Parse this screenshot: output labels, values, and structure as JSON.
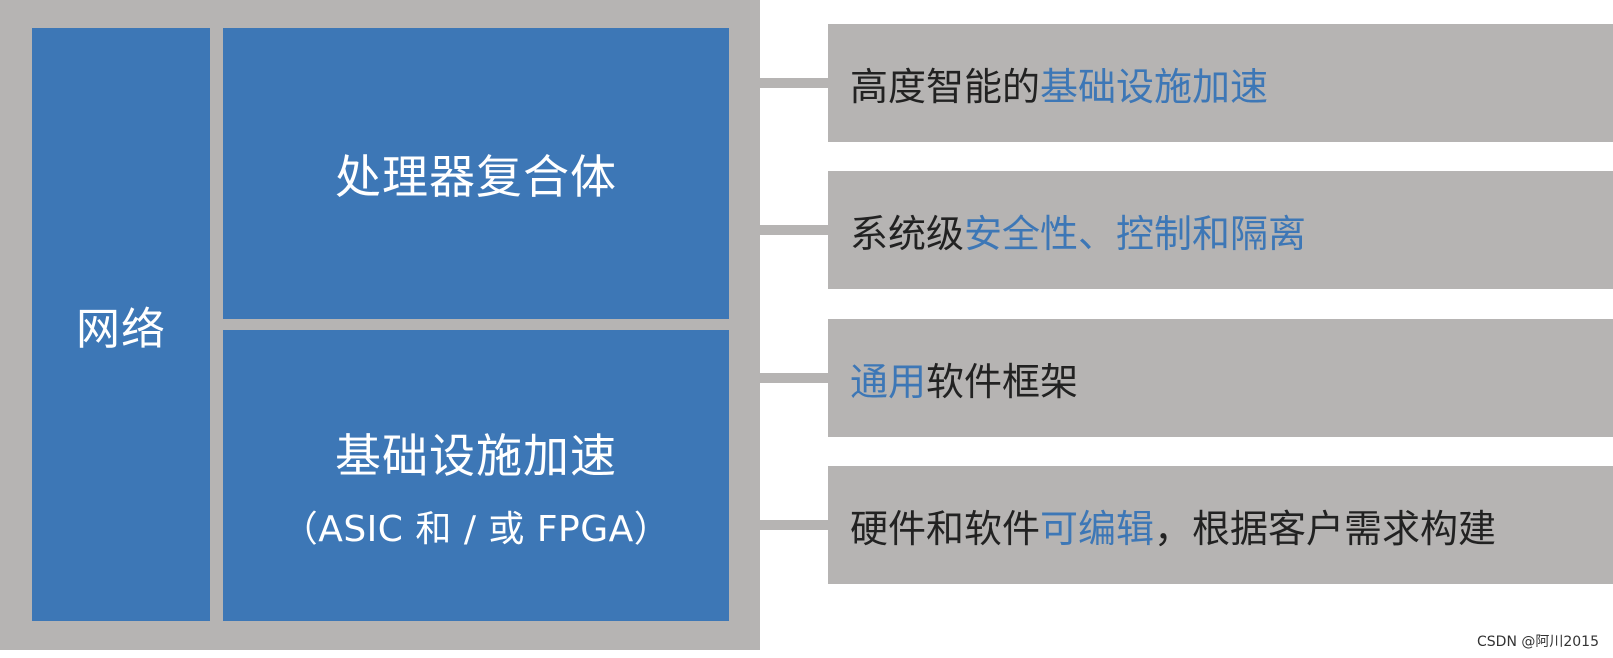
{
  "blocks": {
    "network": "网络",
    "processor": "处理器复合体",
    "accelerator": "基础设施加速",
    "accelerator_sub": "（ASIC 和 / 或 FPGA）"
  },
  "features": [
    {
      "plain_before": "高度智能的",
      "highlight": "基础设施加速",
      "plain_after": ""
    },
    {
      "plain_before": "系统级",
      "highlight": "安全性、控制和隔离",
      "plain_after": ""
    },
    {
      "plain_before": "",
      "highlight": "通用",
      "plain_after": "软件框架"
    },
    {
      "plain_before": "硬件和软件",
      "highlight": "可编辑",
      "plain_after": "，根据客户需求构建"
    }
  ],
  "watermark": "CSDN @阿川2015",
  "colors": {
    "block_blue": "#3d77b6",
    "frame_gray": "#b6b4b3",
    "highlight_blue": "#3d77b6",
    "text_dark": "#222222"
  }
}
